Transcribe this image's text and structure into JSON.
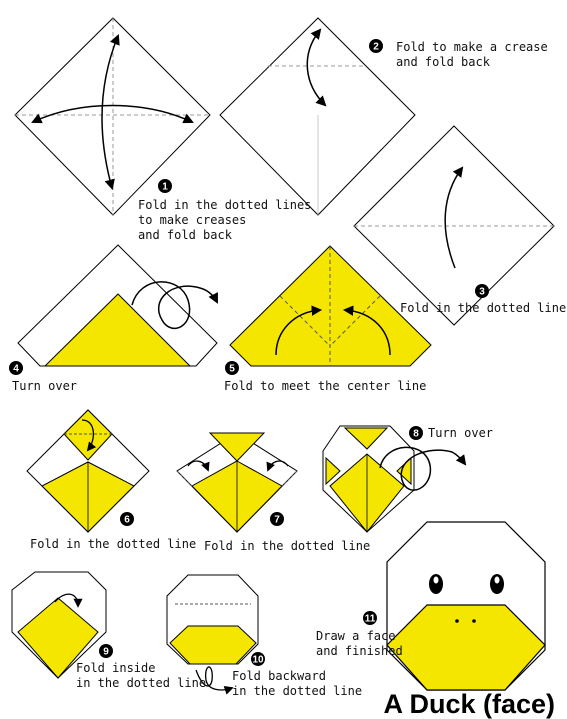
{
  "title": "A Duck (face)",
  "colors": {
    "paper": "#ffffff",
    "color_side": "#f5e600",
    "line": "#000000",
    "crease": "#999999"
  },
  "steps": [
    {
      "num": "1",
      "lines": [
        "Fold in the dotted lines",
        "to make creases",
        "and fold back"
      ]
    },
    {
      "num": "2",
      "lines": [
        "Fold to make a crease",
        "and fold back"
      ]
    },
    {
      "num": "3",
      "lines": [
        "Fold in the dotted line"
      ]
    },
    {
      "num": "4",
      "lines": [
        "Turn over"
      ]
    },
    {
      "num": "5",
      "lines": [
        "Fold to meet the center line"
      ]
    },
    {
      "num": "6",
      "lines": [
        "Fold in the dotted line"
      ]
    },
    {
      "num": "7",
      "lines": [
        "Fold in the dotted line"
      ]
    },
    {
      "num": "8",
      "lines": [
        "Turn over"
      ]
    },
    {
      "num": "9",
      "lines": [
        "Fold inside",
        "in the dotted line"
      ]
    },
    {
      "num": "10",
      "lines": [
        "Fold backward",
        "in the dotted line"
      ]
    },
    {
      "num": "11",
      "lines": [
        "Draw a face",
        "and finished"
      ]
    }
  ]
}
